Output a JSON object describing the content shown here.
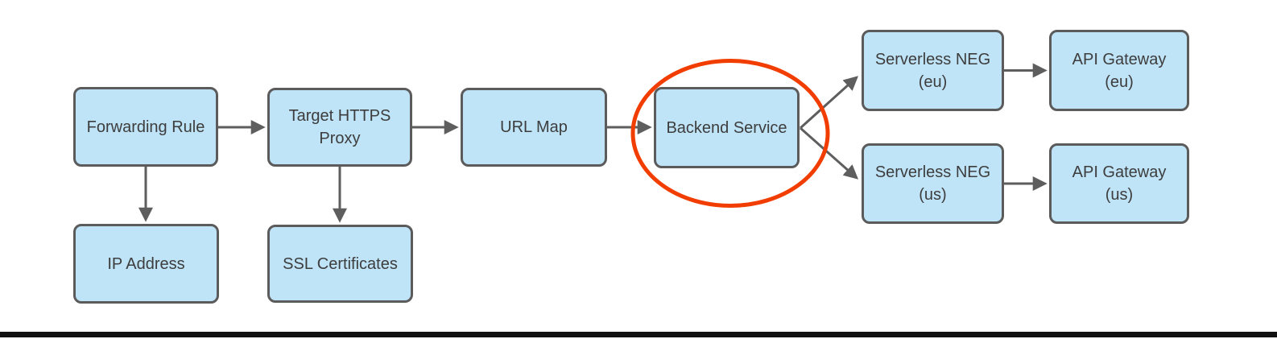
{
  "diagram": {
    "nodes": [
      {
        "id": "forwarding-rule",
        "label": "Forwarding Rule"
      },
      {
        "id": "target-https-proxy",
        "label": "Target HTTPS\nProxy"
      },
      {
        "id": "url-map",
        "label": "URL Map"
      },
      {
        "id": "backend-service",
        "label": "Backend Service"
      },
      {
        "id": "serverless-neg-eu",
        "label": "Serverless NEG\n(eu)"
      },
      {
        "id": "api-gateway-eu",
        "label": "API Gateway\n(eu)"
      },
      {
        "id": "serverless-neg-us",
        "label": "Serverless NEG\n(us)"
      },
      {
        "id": "api-gateway-us",
        "label": "API Gateway\n(us)"
      },
      {
        "id": "ip-address",
        "label": "IP Address"
      },
      {
        "id": "ssl-certificates",
        "label": "SSL Certificates"
      }
    ],
    "edges": [
      {
        "from": "forwarding-rule",
        "to": "target-https-proxy"
      },
      {
        "from": "target-https-proxy",
        "to": "url-map"
      },
      {
        "from": "url-map",
        "to": "backend-service"
      },
      {
        "from": "backend-service",
        "to": "serverless-neg-eu"
      },
      {
        "from": "backend-service",
        "to": "serverless-neg-us"
      },
      {
        "from": "serverless-neg-eu",
        "to": "api-gateway-eu"
      },
      {
        "from": "serverless-neg-us",
        "to": "api-gateway-us"
      },
      {
        "from": "forwarding-rule",
        "to": "ip-address"
      },
      {
        "from": "target-https-proxy",
        "to": "ssl-certificates"
      }
    ],
    "highlight": {
      "shape": "ellipse",
      "around": "backend-service"
    },
    "colors": {
      "node_fill": "#BFE3F7",
      "node_border": "#5B5B5B",
      "arrow": "#5E5E5E",
      "highlight": "#F23D00",
      "text": "#3D3D3D",
      "bottom_line": "#111111"
    }
  }
}
